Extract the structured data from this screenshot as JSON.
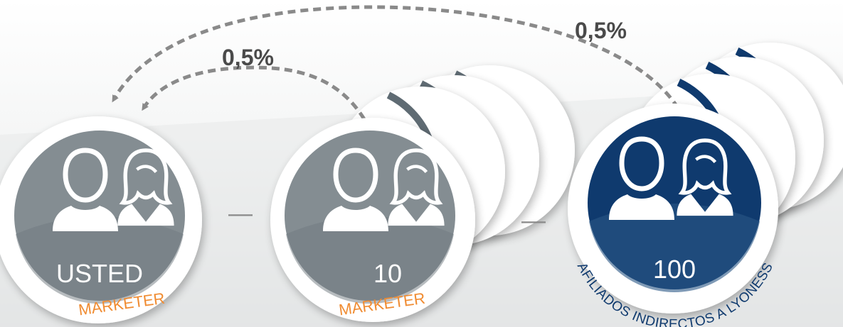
{
  "diagram": {
    "arrows": [
      {
        "label": "0,5%"
      },
      {
        "label": "0,5%"
      }
    ],
    "nodes": [
      {
        "number": "USTED",
        "role": "MARKETER",
        "role_curved": false,
        "color": "#848d92"
      },
      {
        "number": "10",
        "role": "MARKETER",
        "role_curved": false,
        "color": "#848d92"
      },
      {
        "number": "100",
        "role": "AFILIADOS INDIRECTOS A LYONESS",
        "role_curved": true,
        "color": "#0f3a6e"
      }
    ],
    "connector": "—",
    "colors": {
      "arrow": "#8a8a8a",
      "label_text": "#4a4a4a",
      "role_text": "#f08c32",
      "curved_role_text": "#0f3a6e",
      "grey_circle": "#848d92",
      "blue_circle": "#0f3a6e",
      "stack_grey": "#5f6b73",
      "stack_blue": "#0f3a6e"
    },
    "icons": [
      "man-icon",
      "woman-icon"
    ]
  }
}
